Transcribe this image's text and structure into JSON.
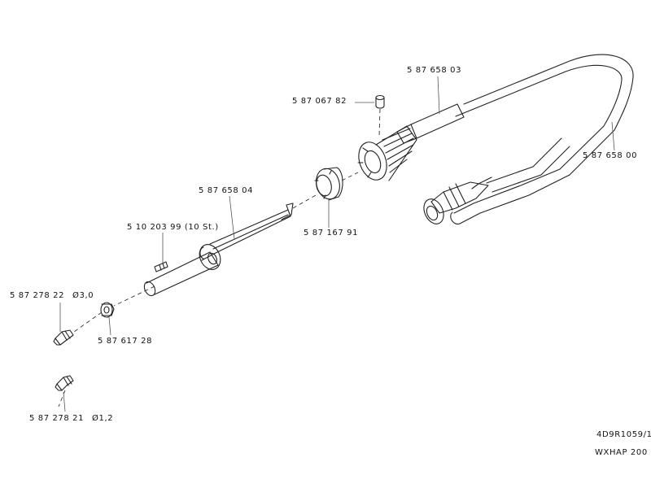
{
  "parts": [
    {
      "id": "cable_sleeve",
      "number": "5 87 658 03"
    },
    {
      "id": "set_screw",
      "number": "5 87 067 82"
    },
    {
      "id": "cable_hose",
      "number": "5 87 658 00"
    },
    {
      "id": "heater_element",
      "number": "5 87 658 04"
    },
    {
      "id": "screw_pack",
      "number": "5 10 203 99 (10 St.)"
    },
    {
      "id": "nut_ring",
      "number": "5 87 167 91"
    },
    {
      "id": "nozzle_large",
      "number": "5 87 278 22",
      "diameter": "Ø3,0"
    },
    {
      "id": "nozzle_nut",
      "number": "5 87 617 28"
    },
    {
      "id": "nozzle_small",
      "number": "5 87 278 21",
      "diameter": "Ø1,2"
    }
  ],
  "footer": {
    "drawing_no": "4D9R1059/1",
    "model": "WXHAP 200"
  },
  "colors": {
    "line": "#222222",
    "leader": "#555555"
  }
}
